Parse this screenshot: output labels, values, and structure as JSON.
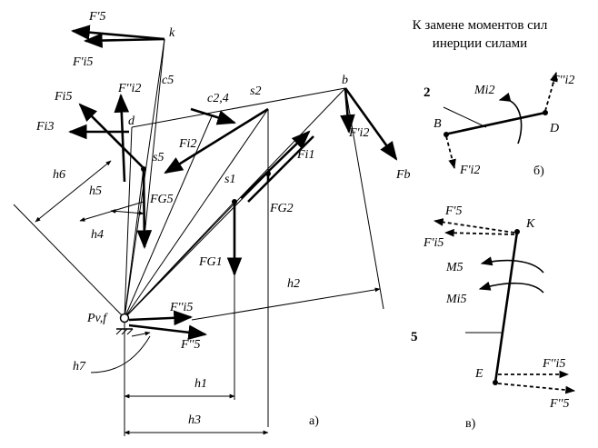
{
  "title": {
    "line1": "К замене моментов сил",
    "line2": "инерции силами"
  },
  "panels": {
    "a": "а)",
    "b": "б)",
    "v": "в)"
  },
  "link_numbers": {
    "link2": "2",
    "link5": "5"
  },
  "main_labels": {
    "F5p": "F'5",
    "k": "k",
    "Fi5p": "F'i5",
    "c5": "c5",
    "Fi2pp": "F''i2",
    "s2": "s2",
    "b": "b",
    "Fi5": "Fi5",
    "c24": "c2,4",
    "Fi3": "Fi3",
    "d": "d",
    "Fi2": "Fi2",
    "Fi2p": "F'i2",
    "s5": "s5",
    "Fi1": "Fi1",
    "h6": "h6",
    "h5": "h5",
    "FG5": "FG5",
    "s1": "s1",
    "Fb": "Fb",
    "FG2": "FG2",
    "h4": "h4",
    "FG1": "FG1",
    "h2": "h2",
    "Pvf": "Pv,f",
    "Fi5pp": "F''i5",
    "F5pp": "F''5",
    "h7": "h7",
    "h1": "h1",
    "h3": "h3"
  },
  "panel_b_labels": {
    "Mi2": "Mi2",
    "Fi2pp": "F''i2",
    "B": "B",
    "D": "D",
    "Fi2p": "F'i2"
  },
  "panel_v_labels": {
    "F5p": "F'5",
    "K": "K",
    "Fi5p": "F'i5",
    "M5": "M5",
    "Mi5": "Mi5",
    "E": "E",
    "Fi5pp": "F''i5",
    "F5pp": "F''5"
  }
}
